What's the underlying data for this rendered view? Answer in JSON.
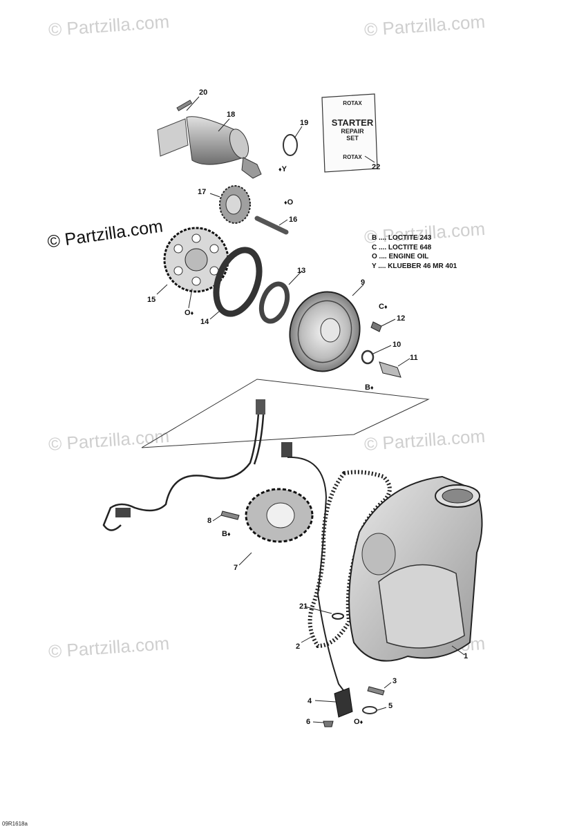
{
  "watermarks": {
    "small": "© Partzilla.com",
    "main": "© Partzilla.com"
  },
  "repair_set_box": {
    "brand_top": "ROTAX",
    "line1": "STARTER",
    "line2": "REPAIR",
    "line3": "SET",
    "brand_bottom": "ROTAX"
  },
  "legend": [
    "B .... LOCTITE 243",
    "C .... LOCTITE 648",
    "O .... ENGINE OIL",
    "Y .... KLUEBER  46 MR 401"
  ],
  "callouts": {
    "p1": "1",
    "p2": "2",
    "p3": "3",
    "p4": "4",
    "p5": "5",
    "p6": "6",
    "p7": "7",
    "p8": "8",
    "p9": "9",
    "p10": "10",
    "p11": "11",
    "p12": "12",
    "p13": "13",
    "p14": "14",
    "p15": "15",
    "p16": "16",
    "p17": "17",
    "p18": "18",
    "p19": "19",
    "p20": "20",
    "p21": "21",
    "p22": "22"
  },
  "lube_marks": {
    "y18": "Y",
    "o16": "O",
    "o15": "O",
    "c12": "C",
    "b11": "B",
    "b8": "B",
    "o5": "O"
  },
  "document_id": "09R1618a"
}
